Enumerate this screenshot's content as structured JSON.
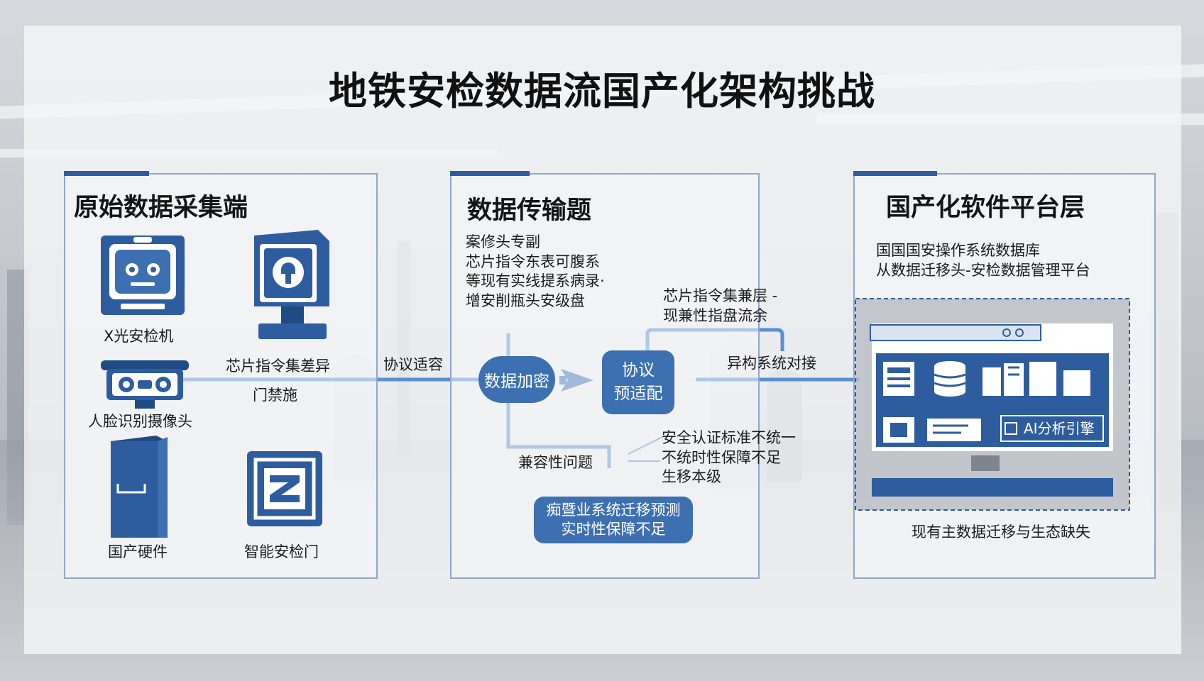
{
  "title": "地铁安检数据流国产化架构挑战",
  "colors": {
    "accent": "#2e5d9f",
    "node": "#3d70b1",
    "border": "#8fa7cd",
    "flow": "#5b8fd0"
  },
  "sections": {
    "collection": {
      "heading": "原始数据采集端",
      "devices": {
        "xray": "X光安检机",
        "chip_device_line1": "芯片指令集差异",
        "chip_device_line2": "门禁施",
        "face_camera": "人脸识别摄像头",
        "domestic_hardware": "国产硬件",
        "smart_gate": "智能安检门"
      },
      "icons": [
        "xray-monitor-icon",
        "security-kiosk-icon",
        "face-camera-icon",
        "server-cabinet-icon",
        "smart-gate-icon"
      ]
    },
    "transmission": {
      "heading": "数据传输题",
      "note_lines": [
        "案修头专副",
        "芯片指令东表可腹系",
        "等现有实线提系病录·",
        "增安削瓶头安级盘"
      ],
      "protocol_label": "协议适容",
      "encrypt_node": "数据加密",
      "adapt_node_line1": "协议",
      "adapt_node_line2": "预适配",
      "upper_note_line1": "芯片指令集兼层 -",
      "upper_note_line2": "现兼性指盘流余",
      "compat_label": "兼容性问题",
      "security_lines": [
        "安全认证标准不统一",
        "不统时性保障不足",
        "生移本级"
      ],
      "bottom_node_line1": "痴暨业系统迁移预测",
      "bottom_node_line2": "实时性保障不足"
    },
    "platform": {
      "heading": "国产化软件平台层",
      "line1": "国国国安操作系统数据库",
      "line2": "从数据迁移头-安检数据管理平台",
      "hetero_label": "异构系统对接",
      "ai_engine": "AI分析引擎",
      "footer": "现有主数据迁移与生态缺失"
    }
  }
}
